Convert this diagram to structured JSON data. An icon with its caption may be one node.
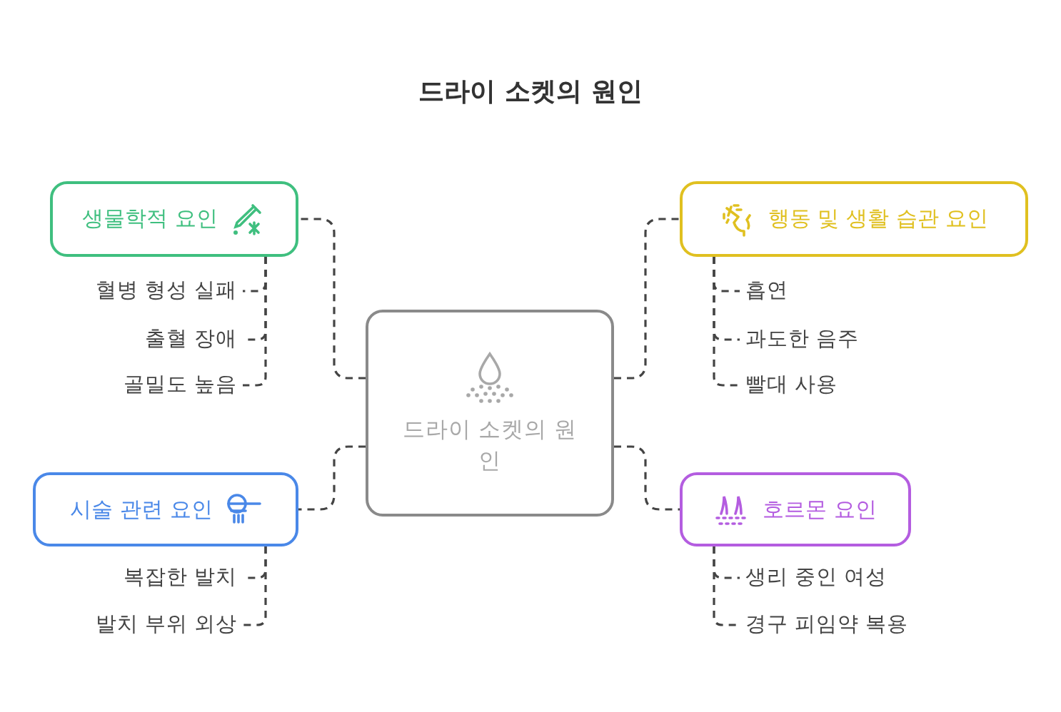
{
  "diagram": {
    "title": "드라이 소켓의 원인",
    "nodes": [
      {
        "text": [
          "드라이 소켓의 원인"
        ]
      },
      {
        "text": [
          "생물학적 요인"
        ]
      },
      {
        "text": [
          "혈병 형성 실패"
        ]
      },
      {
        "text": [
          "출혈 장애"
        ]
      },
      {
        "text": [
          "골밀도 높음"
        ]
      },
      {
        "text": [
          "행동 및 생활 습관 요인"
        ]
      },
      {
        "text": [
          "흡연"
        ]
      },
      {
        "text": [
          "과도한 음주"
        ]
      },
      {
        "text": [
          "빨대 사용"
        ]
      },
      {
        "text": [
          "시술 관련 요인"
        ]
      },
      {
        "text": [
          "복잡한 발치"
        ]
      },
      {
        "text": [
          "발치 부위 외상"
        ]
      },
      {
        "text": [
          "호르몬 요인"
        ]
      },
      {
        "text": [
          "생리 중인 여성"
        ]
      },
      {
        "text": [
          "경구 피임약 복용"
        ]
      }
    ],
    "edges": [
      {
        "from": 0,
        "to": 1,
        "arrow": "none"
      },
      {
        "from": 1,
        "to": 2,
        "arrow": "none"
      },
      {
        "from": 1,
        "to": 3,
        "arrow": "none"
      },
      {
        "from": 1,
        "to": 4,
        "arrow": "none"
      },
      {
        "from": 0,
        "to": 5,
        "arrow": "none"
      },
      {
        "from": 5,
        "to": 6,
        "arrow": "none"
      },
      {
        "from": 5,
        "to": 7,
        "arrow": "none"
      },
      {
        "from": 5,
        "to": 8,
        "arrow": "none"
      },
      {
        "from": 0,
        "to": 9,
        "arrow": "none"
      },
      {
        "from": 9,
        "to": 10,
        "arrow": "none"
      },
      {
        "from": 9,
        "to": 11,
        "arrow": "none"
      },
      {
        "from": 0,
        "to": 12,
        "arrow": "none"
      },
      {
        "from": 12,
        "to": 13,
        "arrow": "none"
      },
      {
        "from": 12,
        "to": 14,
        "arrow": "none"
      }
    ]
  }
}
